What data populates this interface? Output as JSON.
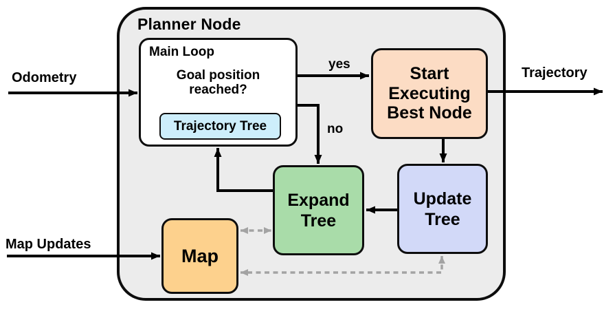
{
  "diagram": {
    "title": "Planner Node",
    "colors": {
      "container-bg": "#ececec",
      "outline": "#0d0d0d",
      "arrow": "#000000",
      "dashed-arrow": "#a3a3a3",
      "main-loop-bg": "#ffffff",
      "trajectory-tree-bg": "#cdeefb",
      "start-exec-bg": "#fcdcc4",
      "expand-tree-bg": "#a9dca9",
      "update-tree-bg": "#d2d9f8",
      "map-bg": "#fdd18d"
    },
    "nodes": {
      "main_loop": {
        "title": "Main Loop",
        "question": "Goal position reached?",
        "trajectory_tree": "Trajectory Tree"
      },
      "start_executing_best_node": {
        "label": "Start Executing Best Node"
      },
      "expand_tree": {
        "label": "Expand Tree"
      },
      "update_tree": {
        "label": "Update Tree"
      },
      "map": {
        "label": "Map"
      }
    },
    "edge_labels": {
      "yes": "yes",
      "no": "no"
    },
    "inputs": {
      "odometry": "Odometry",
      "map_updates": "Map Updates"
    },
    "outputs": {
      "trajectory": "Trajectory"
    }
  }
}
